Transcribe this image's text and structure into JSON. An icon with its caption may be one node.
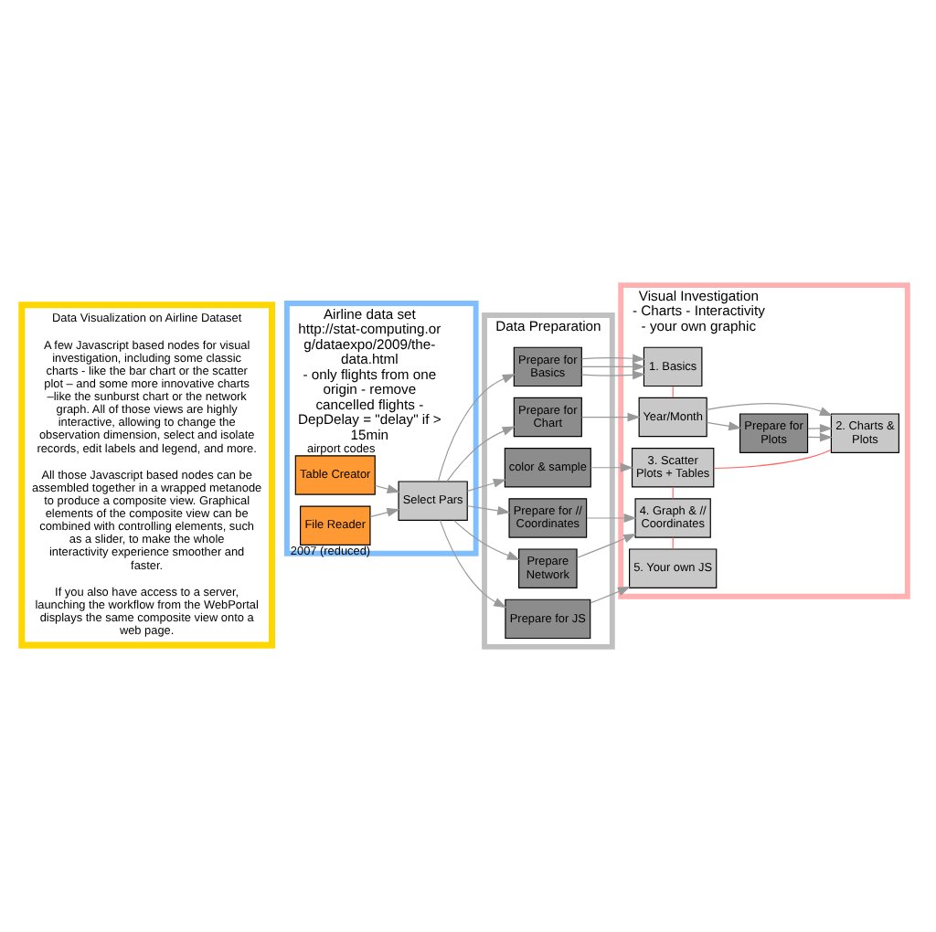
{
  "diagram": {
    "nodes": [
      {
        "text": [
          "Data Visualization on Airline Dataset",
          "A few Javascript based nodes for visual investigation, including some classic charts - like the bar chart or the scatter plot – and some more innovative charts –like the sunburst chart or the network graph. All of those views are highly interactive, allowing to change the observation dimension, select and isolate records, edit labels and legend, and more.",
          "All those Javascript based nodes can be assembled together in a wrapped metanode to produce a composite view. Graphical elements of the composite view can be combined with controlling elements, such as a slider, to make the whole interactivity experience smoother and faster.",
          "If you also have access to a server, launching the workflow from the WebPortal displays the same composite view onto a web page."
        ]
      },
      {
        "text": [
          "Airline data set",
          "http://stat-computing.org/dataexpo/2009/the-data.html",
          "- only flights from one origin - remove cancelled flights - DepDelay = \"delay\" if > 15min"
        ]
      },
      {
        "text": [
          "Table Creator"
        ],
        "in": 1,
        "beside": [
          "airport codes"
        ]
      },
      {
        "text": [
          "File Reader"
        ],
        "in": 1,
        "beside": [
          "2007 (reduced)"
        ]
      },
      {
        "text": [
          "Select Pars"
        ],
        "in": 1
      },
      {
        "text": [
          "Data Preparation"
        ]
      },
      {
        "text": [
          "Prepare for Basics"
        ],
        "in": 5
      },
      {
        "text": [
          "Prepare for Chart"
        ],
        "in": 5
      },
      {
        "text": [
          "color & sample"
        ],
        "in": 5
      },
      {
        "text": [
          "Prepare for // Coordinates"
        ],
        "in": 5
      },
      {
        "text": [
          "Prepare Network"
        ],
        "in": 5
      },
      {
        "text": [
          "Prepare for JS"
        ],
        "in": 5
      },
      {
        "text": [
          "Visual Investigation",
          "- Charts - Interactivity - your own graphic"
        ]
      },
      {
        "text": [
          "1. Basics"
        ],
        "in": 12
      },
      {
        "text": [
          "Year/Month"
        ],
        "in": 12
      },
      {
        "text": [
          "Prepare for Plots"
        ],
        "in": 12
      },
      {
        "text": [
          "2. Charts & Plots"
        ],
        "in": 12
      },
      {
        "text": [
          "3. Scatter Plots + Tables"
        ],
        "in": 12
      },
      {
        "text": [
          "4. Graph & // Coordinates"
        ],
        "in": 12
      },
      {
        "text": [
          "5. Your own JS"
        ],
        "in": 12
      }
    ],
    "edges": [
      {
        "from": 2,
        "to": 4,
        "arrow": "to"
      },
      {
        "from": 3,
        "to": 4,
        "arrow": "to"
      },
      {
        "from": 4,
        "to": 6,
        "arrow": "to"
      },
      {
        "from": 4,
        "to": 7,
        "arrow": "to"
      },
      {
        "from": 4,
        "to": 8,
        "arrow": "to"
      },
      {
        "from": 4,
        "to": 9,
        "arrow": "to"
      },
      {
        "from": 4,
        "to": 10,
        "arrow": "to"
      },
      {
        "from": 4,
        "to": 11,
        "arrow": "to"
      },
      {
        "from": 6,
        "to": 13,
        "arrow": "to"
      },
      {
        "from": 6,
        "to": 13,
        "arrow": "to"
      },
      {
        "from": 6,
        "to": 13,
        "arrow": "to"
      },
      {
        "from": 7,
        "to": 14,
        "arrow": "to"
      },
      {
        "from": 14,
        "to": 15,
        "arrow": "to"
      },
      {
        "from": 14,
        "to": 16,
        "arrow": "to"
      },
      {
        "from": 15,
        "to": 16,
        "arrow": "to"
      },
      {
        "from": 15,
        "to": 16,
        "arrow": "to"
      },
      {
        "from": 8,
        "to": 17,
        "arrow": "to"
      },
      {
        "from": 9,
        "to": 18,
        "arrow": "to"
      },
      {
        "from": 10,
        "to": 18,
        "arrow": "to"
      },
      {
        "from": 11,
        "to": 19,
        "arrow": "to"
      },
      {
        "from": 13,
        "to": 14,
        "arrow": "none",
        "color": "#ff6666"
      },
      {
        "from": 16,
        "to": 17,
        "arrow": "none",
        "color": "#ff6666"
      },
      {
        "from": 17,
        "to": 18,
        "arrow": "none",
        "color": "#ff6666"
      },
      {
        "from": 18,
        "to": 19,
        "arrow": "none",
        "color": "#ff6666"
      }
    ]
  }
}
